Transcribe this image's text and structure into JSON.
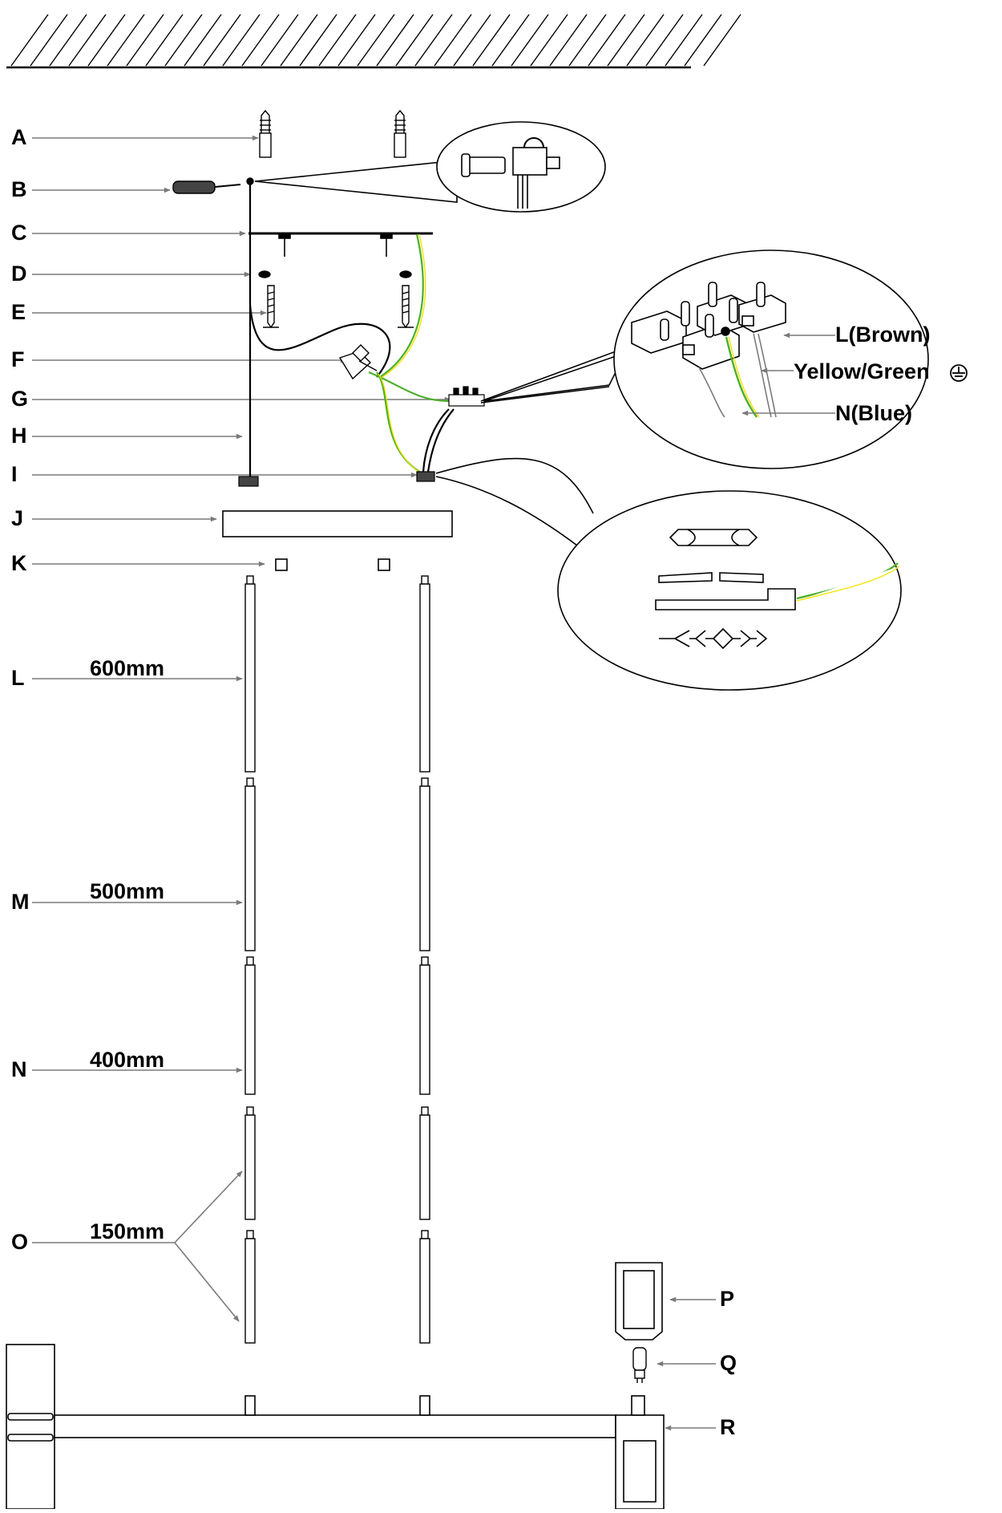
{
  "parts": {
    "A": "A",
    "B": "B",
    "C": "C",
    "D": "D",
    "E": "E",
    "F": "F",
    "G": "G",
    "H": "H",
    "I": "I",
    "J": "J",
    "K": "K",
    "L": "L",
    "M": "M",
    "N": "N",
    "O": "O",
    "P": "P",
    "Q": "Q",
    "R": "R"
  },
  "rod_lengths": {
    "L": "600mm",
    "M": "500mm",
    "N": "400mm",
    "O": "150mm"
  },
  "wiring": {
    "live": "L(Brown)",
    "earth": "Yellow/Green",
    "neutral": "N(Blue)"
  },
  "colors": {
    "line": "#000000",
    "leader": "#7a7a7a",
    "earth_green": "#4caf2a",
    "earth_yellow": "#f2e400"
  }
}
